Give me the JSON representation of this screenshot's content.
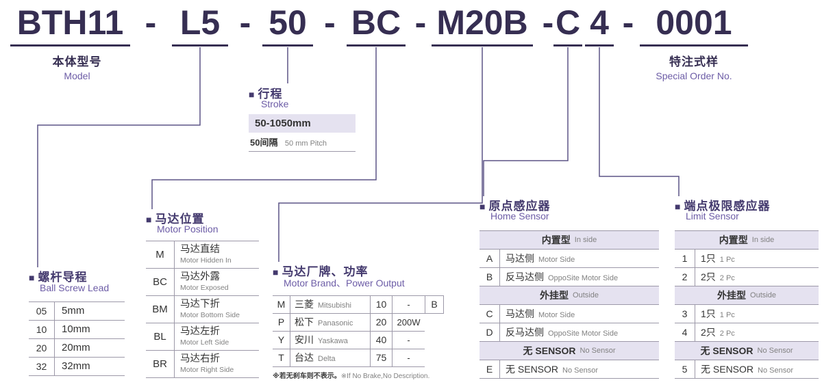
{
  "colors": {
    "dark": "#362e52",
    "purple_zh": "#443a6e",
    "purple_en": "#6c5ca6",
    "header_bg": "#e5e2f0",
    "border": "#9c98a8",
    "connector": "#5c5386",
    "text": "#333333",
    "subtext": "#818181"
  },
  "icons": {
    "section_bullet": "■"
  },
  "model_code": {
    "separator": "-",
    "segments": {
      "body": "BTH11",
      "lead": "L5",
      "stroke": "50",
      "motor_position": "BC",
      "motor_brand": "M20B",
      "home_sensor": "C",
      "limit_sensor": "4",
      "special": "0001"
    }
  },
  "model_label": {
    "zh": "本体型号",
    "en": "Model"
  },
  "special_order_label": {
    "zh": "特注式样",
    "en": "Special Order No."
  },
  "stroke": {
    "title_zh": "行程",
    "title_en": "Stroke",
    "range": "50-1050mm",
    "pitch_zh": "50间隔",
    "pitch_en": "50 mm Pitch"
  },
  "ball_screw_lead": {
    "title_zh": "螺杆导程",
    "title_en": "Ball Screw Lead",
    "rows": [
      {
        "code": "05",
        "value": "5mm"
      },
      {
        "code": "10",
        "value": "10mm"
      },
      {
        "code": "20",
        "value": "20mm"
      },
      {
        "code": "32",
        "value": "32mm"
      }
    ]
  },
  "motor_position": {
    "title_zh": "马达位置",
    "title_en": "Motor Position",
    "rows": [
      {
        "code": "M",
        "zh": "马达直结",
        "en": "Motor Hidden In"
      },
      {
        "code": "BC",
        "zh": "马达外露",
        "en": "Motor Exposed"
      },
      {
        "code": "BM",
        "zh": "马达下折",
        "en": "Motor Bottom Side"
      },
      {
        "code": "BL",
        "zh": "马达左折",
        "en": "Motor Left Side"
      },
      {
        "code": "BR",
        "zh": "马达右折",
        "en": "Motor Right Side"
      }
    ]
  },
  "motor_brand": {
    "title_zh": "马达厂牌、功率",
    "title_en": "Motor Brand、Power Output",
    "rows": [
      {
        "code": "M",
        "brand_zh": "三菱",
        "brand_en": "Mitsubishi",
        "power_code": "10",
        "power": "-",
        "brake": "B"
      },
      {
        "code": "P",
        "brand_zh": "松下",
        "brand_en": "Panasonic",
        "power_code": "20",
        "power": "200W"
      },
      {
        "code": "Y",
        "brand_zh": "安川",
        "brand_en": "Yaskawa",
        "power_code": "40",
        "power": "-"
      },
      {
        "code": "T",
        "brand_zh": "台达",
        "brand_en": "Delta",
        "power_code": "75",
        "power": "-"
      }
    ],
    "note_zh": "※若无刹车则不表示。",
    "note_en": "※If No Brake,No Description."
  },
  "home_sensor": {
    "title_zh": "原点感应器",
    "title_en": "Home Sensor",
    "rows": [
      {
        "type": "header",
        "zh": "内置型",
        "en": "In side"
      },
      {
        "type": "data",
        "code": "A",
        "zh": "马达侧",
        "en": "Motor Side"
      },
      {
        "type": "data",
        "code": "B",
        "zh": "反马达侧",
        "en": "OppoSite Motor Side"
      },
      {
        "type": "header",
        "zh": "外挂型",
        "en": "Outside"
      },
      {
        "type": "data",
        "code": "C",
        "zh": "马达侧",
        "en": "Motor Side"
      },
      {
        "type": "data",
        "code": "D",
        "zh": "反马达侧",
        "en": "OppoSite Motor Side"
      },
      {
        "type": "header",
        "zh": "无 SENSOR",
        "en": "No Sensor"
      },
      {
        "type": "data",
        "code": "E",
        "zh": "无 SENSOR",
        "en": "No Sensor"
      }
    ]
  },
  "limit_sensor": {
    "title_zh": "端点极限感应器",
    "title_en": "Limit Sensor",
    "rows": [
      {
        "type": "header",
        "zh": "内置型",
        "en": "In side"
      },
      {
        "type": "data",
        "code": "1",
        "zh": "1只",
        "en": "1 Pc"
      },
      {
        "type": "data",
        "code": "2",
        "zh": "2只",
        "en": "2 Pc"
      },
      {
        "type": "header",
        "zh": "外挂型",
        "en": "Outside"
      },
      {
        "type": "data",
        "code": "3",
        "zh": "1只",
        "en": "1 Pc"
      },
      {
        "type": "data",
        "code": "4",
        "zh": "2只",
        "en": "2 Pc"
      },
      {
        "type": "header",
        "zh": "无 SENSOR",
        "en": "No Sensor"
      },
      {
        "type": "data",
        "code": "5",
        "zh": "无 SENSOR",
        "en": "No Sensor"
      }
    ]
  }
}
